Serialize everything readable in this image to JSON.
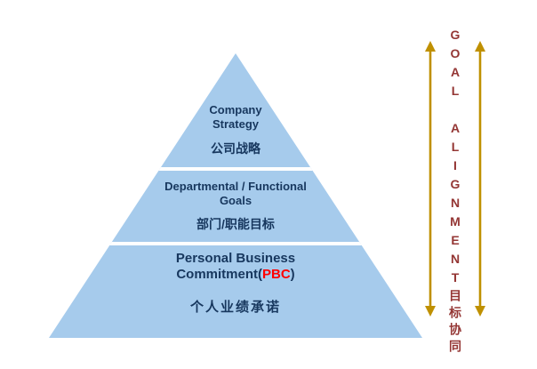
{
  "pyramid": {
    "tier1": {
      "en_line1": "Company",
      "en_line2": "Strategy",
      "zh": "公司战略"
    },
    "tier2": {
      "en_line1": "Departmental /  Functional",
      "en_line2": "Goals",
      "zh": "部门/职能目标"
    },
    "tier3": {
      "en_prefix": "Personal Business Commitment(",
      "pbc": "PBC",
      "en_suffix": ")",
      "zh": "个人业绩承诺"
    }
  },
  "side": {
    "vertical_label": "GOAL ALIGNMENT目标协同"
  },
  "colors": {
    "pyramid_fill": "#A6CBEC",
    "tier_text_navy": "#17375E",
    "pbc_red": "#FF0000",
    "side_label_dark_red": "#943634",
    "arrow_gold": "#BF9000",
    "divider_white": "#FFFFFF"
  }
}
